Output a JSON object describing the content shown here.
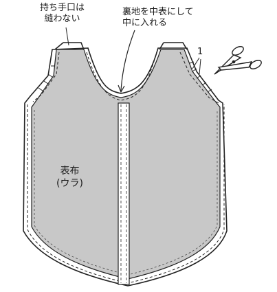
{
  "annotations": {
    "handle_opening_line1": "持ち手口は",
    "handle_opening_line2": "縫わない",
    "lining_inside_line1": "裏地を中表にして",
    "lining_inside_line2": "中に入れる",
    "step_marker": "1",
    "fabric_label_line1": "表布",
    "fabric_label_line2": "(ウラ)"
  },
  "icons": {
    "scissors": "scissors-icon"
  },
  "colors": {
    "fabric_fill": "#c8c8c8",
    "lining_fill": "#ffffff",
    "outline": "#222222"
  }
}
